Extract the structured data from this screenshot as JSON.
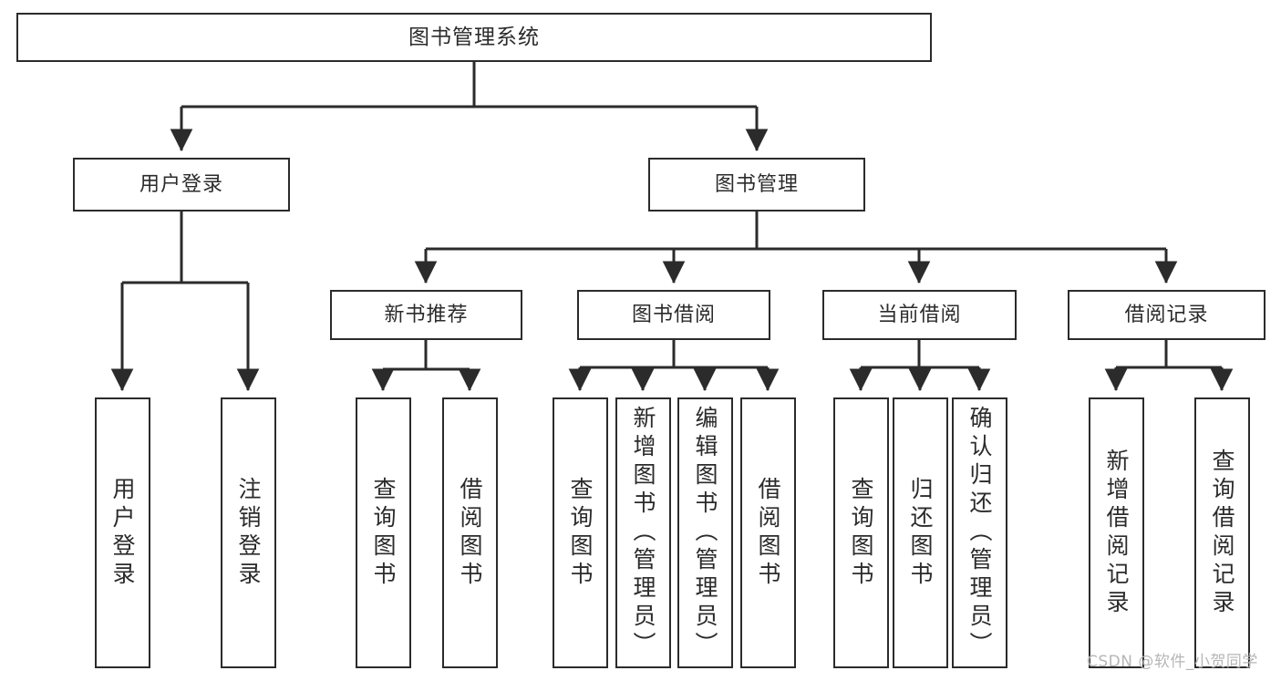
{
  "diagram": {
    "title": "图书管理系统",
    "type": "tree-hierarchy",
    "colors": {
      "stroke": "#2b2b2b",
      "fill": "#ffffff",
      "background": "#ffffff",
      "watermark": "#b6b6b6"
    },
    "root": {
      "label": "图书管理系统"
    },
    "level2": [
      {
        "label": "用户登录"
      },
      {
        "label": "图书管理"
      }
    ],
    "level3": [
      {
        "label": "新书推荐"
      },
      {
        "label": "图书借阅"
      },
      {
        "label": "当前借阅"
      },
      {
        "label": "借阅记录"
      }
    ],
    "leaves": {
      "user_login": [
        {
          "label": "用户登录"
        },
        {
          "label": "注销登录"
        }
      ],
      "new_book": [
        {
          "label": "查询图书"
        },
        {
          "label": "借阅图书"
        }
      ],
      "book_borrow": [
        {
          "label": "查询图书"
        },
        {
          "label": "新增图书（管理员）"
        },
        {
          "label": "编辑图书（管理员）"
        },
        {
          "label": "借阅图书"
        }
      ],
      "current_borrow": [
        {
          "label": "查询图书"
        },
        {
          "label": "归还图书"
        },
        {
          "label": "确认归还（管理员）"
        }
      ],
      "borrow_record": [
        {
          "label": "新增借阅记录"
        },
        {
          "label": "查询借阅记录"
        }
      ]
    }
  },
  "watermark": {
    "text": "CSDN @软件_小贺同学"
  }
}
